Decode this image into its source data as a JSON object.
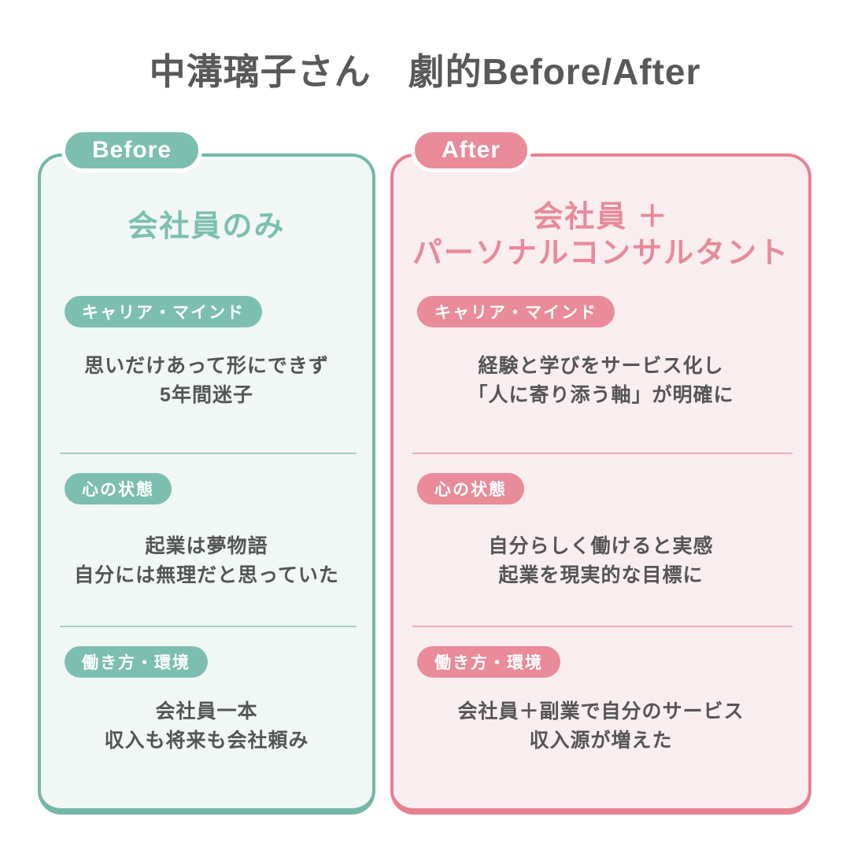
{
  "title": "中溝璃子さん　劇的Before/After",
  "colors": {
    "teal_accent": "#7cbfb0",
    "teal_border": "#74b7a8",
    "teal_card_bg": "#f0f7f5",
    "pink_accent": "#e98b99",
    "pink_border": "#e8808f",
    "pink_card_bg": "#f8edef",
    "text_gray": "#555555"
  },
  "cards": {
    "before": {
      "tab": "Before",
      "heading_lines": [
        "会社員のみ"
      ],
      "sections": [
        {
          "badge": "キャリア・マインド",
          "lines": [
            "思いだけあって形にできず",
            "5年間迷子"
          ]
        },
        {
          "badge": "心の状態",
          "lines": [
            "起業は夢物語",
            "自分には無理だと思っていた"
          ]
        },
        {
          "badge": "働き方・環境",
          "lines": [
            "会社員一本",
            "収入も将来も会社頼み"
          ]
        }
      ]
    },
    "after": {
      "tab": "After",
      "heading_lines": [
        "会社員 ＋",
        "パーソナルコンサルタント"
      ],
      "sections": [
        {
          "badge": "キャリア・マインド",
          "lines": [
            "経験と学びをサービス化し",
            "「人に寄り添う軸」が明確に"
          ]
        },
        {
          "badge": "心の状態",
          "lines": [
            "自分らしく働けると実感",
            "起業を現実的な目標に"
          ]
        },
        {
          "badge": "働き方・環境",
          "lines": [
            "会社員＋副業で自分のサービス",
            "収入源が増えた"
          ]
        }
      ]
    }
  }
}
